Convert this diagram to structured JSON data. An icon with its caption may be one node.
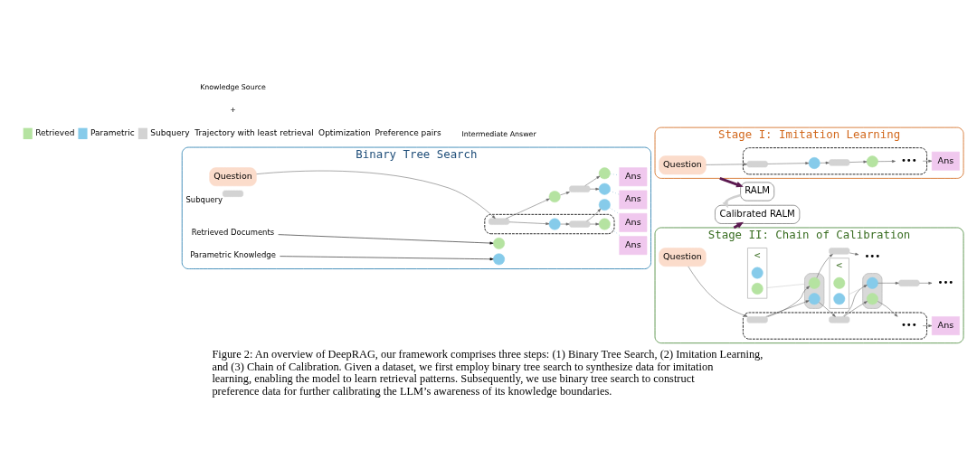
{
  "diagram": {
    "caption": "Figure 2: An overview of DeepRAG, our framework comprises three steps: (1) Binary Tree Search, (2) Imitation Learning, and (3) Chain of Calibration. Given a dataset, we first employ binary tree search to synthesize data for imitation learning, enabling the model to learn retrieval patterns. Subsequently, we use binary tree search to construct preference data for further calibrating the LLM’s awareness of its knowledge boundaries.",
    "nodes": [
      {
        "text": [
          "Binary Tree Search"
        ]
      },
      {
        "text": [
          "Question"
        ],
        "in": 0
      },
      {
        "text": [],
        "shape": "box",
        "in": 0
      },
      {
        "text": [],
        "shape": "bar",
        "in": 2
      },
      {
        "text": [],
        "shape": "circle",
        "in": 2
      },
      {
        "text": [],
        "shape": "bar",
        "in": 2
      },
      {
        "text": [],
        "shape": "circle",
        "in": 2
      },
      {
        "text": [],
        "shape": "circle",
        "in": 0
      },
      {
        "text": [],
        "shape": "circle",
        "in": 0
      },
      {
        "text": [],
        "shape": "circle",
        "in": 0
      },
      {
        "text": [],
        "shape": "bar",
        "in": 0
      },
      {
        "text": [],
        "shape": "circle",
        "in": 0
      },
      {
        "text": [
          "Ans"
        ],
        "in": 0
      },
      {
        "text": [
          "Ans"
        ],
        "in": 0
      },
      {
        "text": [
          "Ans"
        ],
        "in": 0
      },
      {
        "text": [
          "Ans"
        ],
        "in": 0
      },
      {
        "text": [],
        "shape": "bar",
        "in": 0,
        "beside": [
          "Subquery"
        ]
      },
      {
        "text": [
          "Parametric Knowledge"
        ],
        "in": 0
      },
      {
        "text": [
          "Retrieved Documents"
        ],
        "in": 0
      },
      {
        "text": [],
        "shape": "circle",
        "in": 0
      },
      {
        "text": [],
        "shape": "circle",
        "in": 0
      },
      {
        "text": [
          "Stage I: Imitation Learning"
        ]
      },
      {
        "text": [
          "Question"
        ],
        "in": 21
      },
      {
        "text": [],
        "shape": "box",
        "in": 21
      },
      {
        "text": [],
        "shape": "bar",
        "in": 23
      },
      {
        "text": [],
        "shape": "circle",
        "in": 23
      },
      {
        "text": [],
        "shape": "bar",
        "in": 23
      },
      {
        "text": [],
        "shape": "circle",
        "in": 23
      },
      {
        "text": [
          "•••"
        ],
        "in": 23
      },
      {
        "text": [
          "Ans"
        ],
        "in": 21
      },
      {
        "text": [
          "Stage II: Chain of Calibration"
        ]
      },
      {
        "text": [
          "Question"
        ],
        "in": 30
      },
      {
        "text": [],
        "shape": "box",
        "in": 30
      },
      {
        "text": [],
        "shape": "bar",
        "in": 32
      },
      {
        "text": [],
        "shape": "ellipse",
        "in": 30
      },
      {
        "text": [],
        "shape": "circle",
        "in": 34
      },
      {
        "text": [],
        "shape": "circle",
        "in": 34
      },
      {
        "text": [],
        "shape": "bar",
        "in": 30
      },
      {
        "text": [
          "•••"
        ],
        "in": 30
      },
      {
        "text": [],
        "shape": "bar",
        "in": 32
      },
      {
        "text": [],
        "shape": "ellipse",
        "in": 30
      },
      {
        "text": [],
        "shape": "circle",
        "in": 40
      },
      {
        "text": [],
        "shape": "circle",
        "in": 40
      },
      {
        "text": [],
        "shape": "bar",
        "in": 30
      },
      {
        "text": [
          "•••"
        ],
        "in": 30
      },
      {
        "text": [
          "•••"
        ],
        "in": 32
      },
      {
        "text": [
          "Ans"
        ],
        "in": 30
      },
      {
        "text": [
          "<"
        ],
        "in": 30
      },
      {
        "text": [],
        "shape": "circle",
        "in": 47
      },
      {
        "text": [],
        "shape": "circle",
        "in": 47
      },
      {
        "text": [
          "<"
        ],
        "in": 30
      },
      {
        "text": [],
        "shape": "circle",
        "in": 50
      },
      {
        "text": [],
        "shape": "circle",
        "in": 50
      },
      {
        "text": [
          "RALM"
        ]
      },
      {
        "text": [
          "Calibrated RALM"
        ]
      }
    ],
    "edges": [
      {
        "from": 1,
        "to": 3,
        "arrow": "to"
      },
      {
        "from": 3,
        "to": 4,
        "arrow": "to"
      },
      {
        "from": 3,
        "to": 8,
        "arrow": "to"
      },
      {
        "from": 4,
        "to": 5,
        "arrow": "to"
      },
      {
        "from": 5,
        "to": 7,
        "arrow": "to"
      },
      {
        "from": 5,
        "to": 6,
        "arrow": "to"
      },
      {
        "from": 8,
        "to": 10,
        "arrow": "to"
      },
      {
        "from": 10,
        "to": 9,
        "arrow": "to"
      },
      {
        "from": 10,
        "to": 11,
        "arrow": "to"
      },
      {
        "from": 7,
        "to": 12,
        "arrow": "none",
        "style": "dashed",
        "color": "#2a7fb0"
      },
      {
        "from": 6,
        "to": 13,
        "arrow": "none",
        "style": "dashed",
        "color": "#2a7fb0"
      },
      {
        "from": 9,
        "to": 14,
        "arrow": "none",
        "style": "dashed",
        "color": "#2a7fb0"
      },
      {
        "from": 11,
        "to": 15,
        "arrow": "none",
        "style": "dashed",
        "color": "#2a7fb0"
      },
      {
        "from": 17,
        "to": 19,
        "arrow": "to",
        "color": "#000000"
      },
      {
        "from": 18,
        "to": 20,
        "arrow": "to",
        "color": "#000000"
      },
      {
        "from": 22,
        "to": 24,
        "arrow": "to"
      },
      {
        "from": 24,
        "to": 25,
        "arrow": "to"
      },
      {
        "from": 25,
        "to": 26,
        "arrow": "to"
      },
      {
        "from": 26,
        "to": 27,
        "arrow": "to"
      },
      {
        "from": 27,
        "to": 28,
        "arrow": "to"
      },
      {
        "from": 28,
        "to": 29,
        "arrow": "to"
      },
      {
        "from": 31,
        "to": 33,
        "arrow": "to"
      },
      {
        "from": 33,
        "to": 35,
        "arrow": "to"
      },
      {
        "from": 33,
        "to": 36,
        "arrow": "to"
      },
      {
        "from": 35,
        "to": 37,
        "arrow": "to"
      },
      {
        "from": 37,
        "to": 38,
        "arrow": "to"
      },
      {
        "from": 36,
        "to": 39,
        "arrow": "to"
      },
      {
        "from": 39,
        "to": 41,
        "arrow": "to"
      },
      {
        "from": 39,
        "to": 42,
        "arrow": "to"
      },
      {
        "from": 41,
        "to": 43,
        "arrow": "to"
      },
      {
        "from": 43,
        "to": 44,
        "arrow": "to"
      },
      {
        "from": 42,
        "to": 45,
        "arrow": "to"
      },
      {
        "from": 45,
        "to": 46,
        "arrow": "to"
      },
      {
        "from": 47,
        "to": 34,
        "arrow": "none",
        "color": "#c8c8c8"
      },
      {
        "from": 50,
        "to": 40,
        "arrow": "none",
        "color": "#c8c8c8"
      },
      {
        "from": 21,
        "to": 53,
        "arrow": "to",
        "style": "thick",
        "color": "#5b1a50"
      },
      {
        "from": 53,
        "to": 54,
        "arrow": "to",
        "style": "thick",
        "color": "#d0d0d0"
      },
      {
        "from": 30,
        "to": 54,
        "arrow": "to",
        "style": "thick",
        "color": "#5b1a50"
      }
    ],
    "labels": [
      "+",
      "Knowledge Source",
      "Intermediate Answer"
    ],
    "legend": [
      {
        "text": "Retrieved",
        "color": "#b5e3a1"
      },
      {
        "text": "Parametric",
        "color": "#86cbea"
      },
      {
        "text": "Subquery",
        "color": "#d3d3d3"
      },
      {
        "text": "Trajectory with least retrieval"
      },
      {
        "text": "Optimization"
      },
      {
        "text": "Preference pairs"
      }
    ]
  }
}
